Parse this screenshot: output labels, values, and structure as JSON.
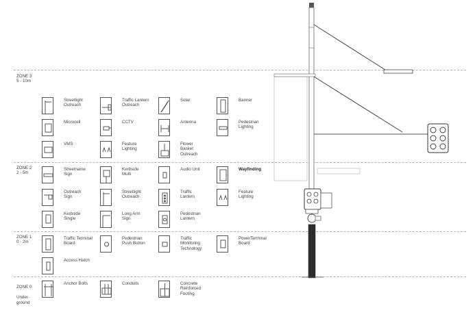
{
  "zones": [
    {
      "id": "zone3",
      "label": "ZONE 3",
      "range": "5 - 10m"
    },
    {
      "id": "zone2",
      "label": "ZONE 2",
      "range": "2 - 5m"
    },
    {
      "id": "zone1",
      "label": "ZONE 1",
      "range": "0 - 2m"
    },
    {
      "id": "zone0",
      "label": "ZONE 0",
      "range": "Under-\nground"
    }
  ],
  "legend": {
    "zone3": [
      {
        "name": "streetlight-outreach",
        "label": "Streetlight\nOutreach",
        "icon": "streetlight-outreach-icon"
      },
      {
        "name": "traffic-lantern-outreach",
        "label": "Traffic Lantern\nOutreach",
        "icon": "traffic-lantern-outreach-icon"
      },
      {
        "name": "solar",
        "label": "Solar",
        "icon": "solar-panel-icon"
      },
      {
        "name": "banner",
        "label": "Banner",
        "icon": "banner-icon"
      },
      {
        "name": "microcell",
        "label": "Microcell",
        "icon": "microcell-icon"
      },
      {
        "name": "cctv",
        "label": "CCTV",
        "icon": "cctv-camera-icon"
      },
      {
        "name": "antenna",
        "label": "Antenna",
        "icon": "antenna-icon"
      },
      {
        "name": "pedestrian-lighting",
        "label": "Pedestrian\nLighting",
        "icon": "pedestrian-lighting-icon"
      },
      {
        "name": "vms",
        "label": "VMS",
        "icon": "vms-sign-icon"
      },
      {
        "name": "feature-lighting",
        "label": "Feature\nLighting",
        "icon": "feature-lighting-icon"
      },
      {
        "name": "flower-basket-outreach",
        "label": "Flower\nBasket\nOutreach",
        "icon": "flower-basket-icon"
      }
    ],
    "zone2": [
      {
        "name": "streetname-sign",
        "label": "Streetname\nSign",
        "icon": "streetname-sign-icon"
      },
      {
        "name": "kerbside-multi",
        "label": "Kerbside\nMulti",
        "icon": "kerbside-multi-icon"
      },
      {
        "name": "audio-unit",
        "label": "Audio Unit",
        "icon": "audio-unit-icon"
      },
      {
        "name": "wayfinding",
        "label": "Wayfinding",
        "icon": "wayfinding-icon",
        "bold": true
      },
      {
        "name": "outreach-sign",
        "label": "Outreach\nSign",
        "icon": "outreach-sign-icon"
      },
      {
        "name": "streetlight-outreach-z2",
        "label": "Streetlight\nOutreach",
        "icon": "streetlight-outreach-icon"
      },
      {
        "name": "traffic-lantern",
        "label": "Traffic\nLantern",
        "icon": "traffic-lantern-icon"
      },
      {
        "name": "feature-lighting-z2",
        "label": "Feature\nLighting",
        "icon": "feature-lighting-icon"
      },
      {
        "name": "kerbside-single",
        "label": "Kerbside\nSingle",
        "icon": "kerbside-single-icon"
      },
      {
        "name": "long-arm-sign",
        "label": "Long Arm\nSign",
        "icon": "long-arm-sign-icon"
      },
      {
        "name": "pedestrian-lantern",
        "label": "Pedestrian\nLantern",
        "icon": "pedestrian-lantern-icon"
      }
    ],
    "zone1": [
      {
        "name": "traffic-terminal-board",
        "label": "Traffic Terminal\nBoard",
        "icon": "terminal-board-icon"
      },
      {
        "name": "pedestrian-push-button",
        "label": "Pedestrian\nPush Button",
        "icon": "push-button-icon"
      },
      {
        "name": "traffic-monitoring-technology",
        "label": "Traffic\nMonitoring\nTechnology",
        "icon": "monitoring-icon"
      },
      {
        "name": "power-terminal-board",
        "label": "PowerTerminal\nBoard",
        "icon": "power-terminal-icon"
      },
      {
        "name": "access-hatch",
        "label": "Access Hatch",
        "icon": "access-hatch-icon"
      }
    ],
    "zone0": [
      {
        "name": "anchor-bolts",
        "label": "Anchor Bolts",
        "icon": "anchor-bolts-icon"
      },
      {
        "name": "conduits",
        "label": "Conduits",
        "icon": "conduits-icon"
      },
      {
        "name": "concrete-reinforced-footing",
        "label": "Concrete\nReinforced\nFooting",
        "icon": "footing-icon"
      }
    ]
  }
}
